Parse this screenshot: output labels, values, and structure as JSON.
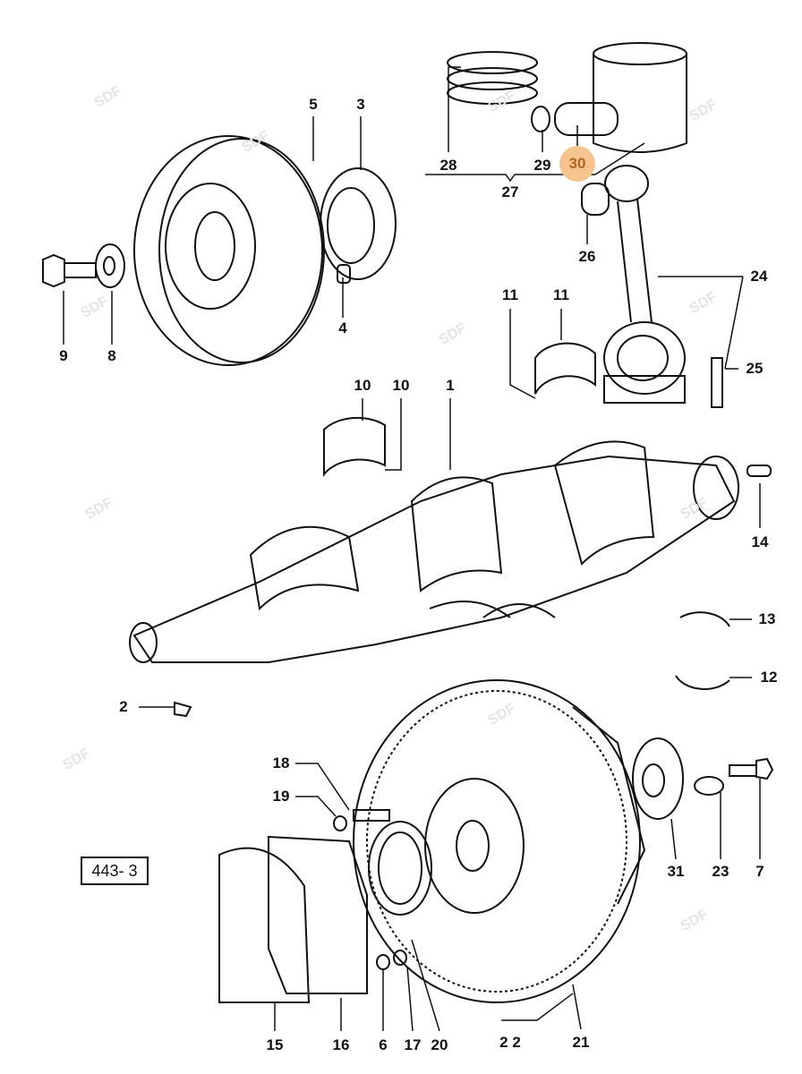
{
  "diagram_code": "443- 3",
  "watermark": "SDF",
  "highlighted_callout": "30",
  "highlight_color": "#f6c48e",
  "callouts": {
    "c5": "5",
    "c3": "3",
    "c9": "9",
    "c8": "8",
    "c4": "4",
    "c28": "28",
    "c29": "29",
    "c30": "30",
    "c27": "27",
    "c26": "26",
    "c24": "24",
    "c11a": "11",
    "c11b": "11",
    "c25": "25",
    "c10a": "10",
    "c10b": "10",
    "c1": "1",
    "c14": "14",
    "c13": "13",
    "c12": "12",
    "c2": "2",
    "c18": "18",
    "c19": "19",
    "c31": "31",
    "c23": "23",
    "c7": "7",
    "c15": "15",
    "c16": "16",
    "c6": "6",
    "c17": "17",
    "c20": "20",
    "c22": "2 2",
    "c21": "21"
  }
}
